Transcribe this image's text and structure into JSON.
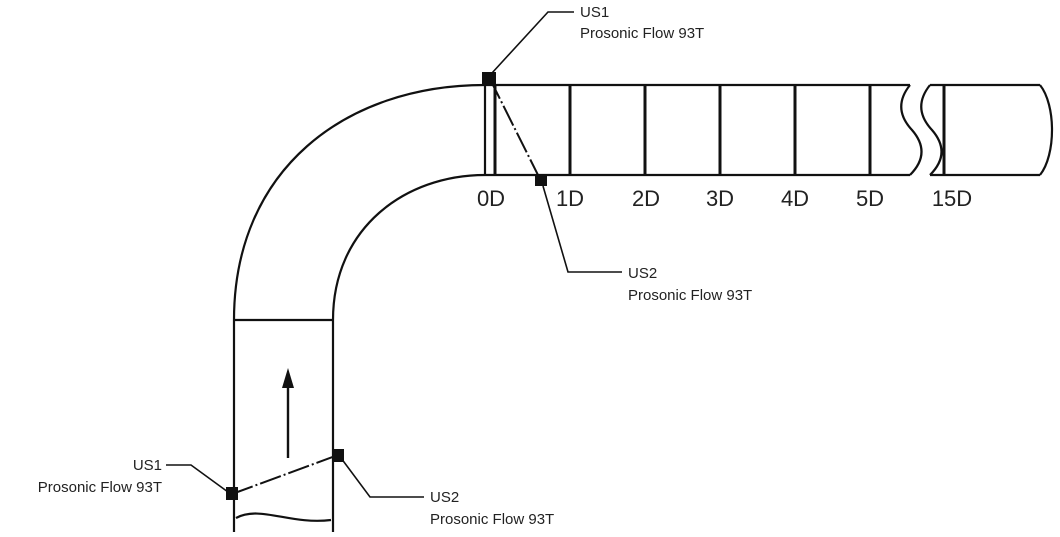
{
  "sensors": [
    {
      "id": "top-us1",
      "name": "US1",
      "model": "Prosonic Flow 93T"
    },
    {
      "id": "top-us2",
      "name": "US2",
      "model": "Prosonic Flow 93T"
    },
    {
      "id": "bottom-us1",
      "name": "US1",
      "model": "Prosonic Flow 93T"
    },
    {
      "id": "bottom-us2",
      "name": "US2",
      "model": "Prosonic Flow 93T"
    }
  ],
  "distance_marks": [
    "0D",
    "1D",
    "2D",
    "3D",
    "4D",
    "5D",
    "15D"
  ]
}
